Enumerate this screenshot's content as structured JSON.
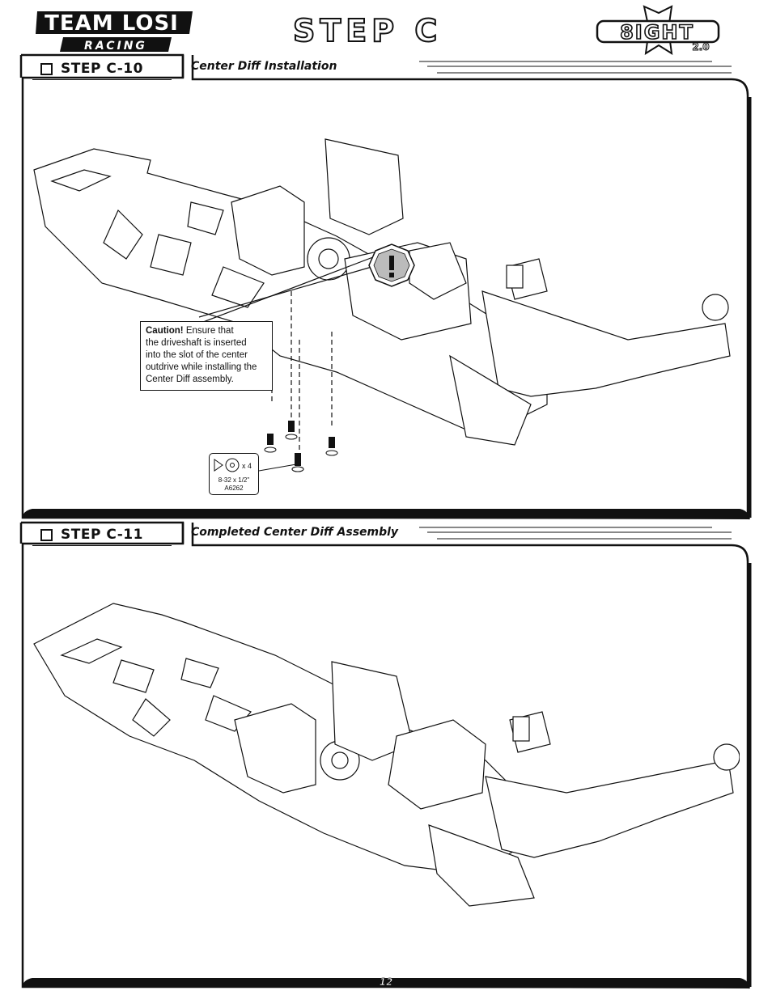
{
  "header": {
    "brand_top": "TEAM LOSI",
    "brand_bottom": "RACING",
    "page_title": "STEP C",
    "model_logo": "8IGHT 2.0"
  },
  "steps": [
    {
      "label": "STEP C-10",
      "title": "Center Diff Installation"
    },
    {
      "label": "STEP C-11",
      "title": "Completed Center Diff Assembly"
    }
  ],
  "callout": {
    "caution_label": "Caution!",
    "line1": " Ensure that",
    "line2": "the driveshaft is inserted",
    "line3": "into the slot of the center",
    "line4": "outdrive while installing the",
    "line5": "Center Diff assembly."
  },
  "parts": {
    "quantity": "x 4",
    "size": "8-32 x 1/2\"",
    "part_number": "A6262"
  },
  "footer": {
    "page_number": "12"
  }
}
